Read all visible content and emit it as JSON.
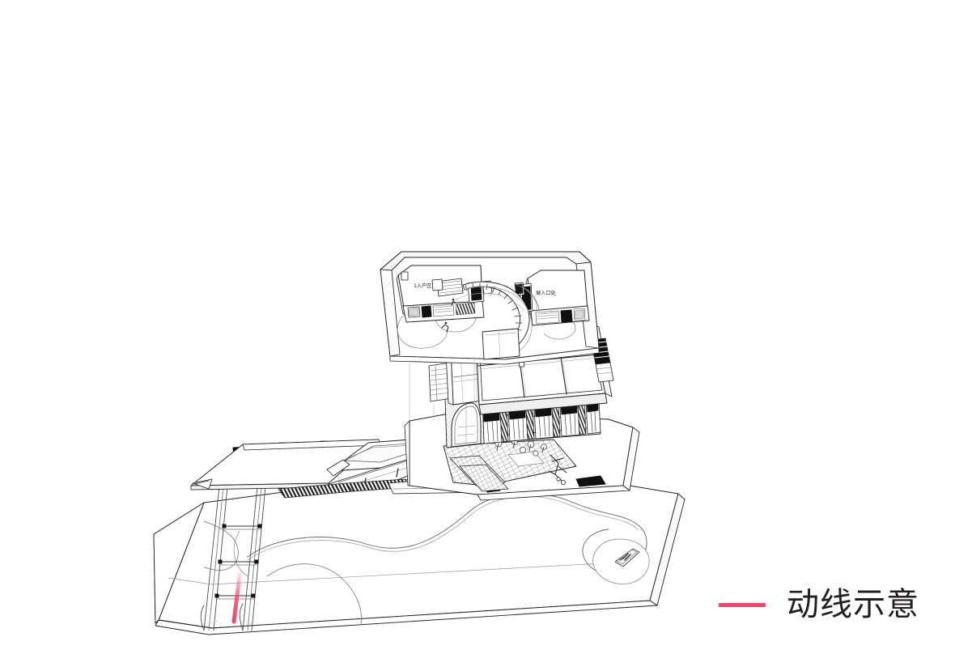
{
  "document": {
    "type": "architectural-axonometric",
    "title": "动线示意",
    "background_color": "#ffffff",
    "line_color": "#231f20",
    "accent_color": "#f2476b"
  },
  "legend": {
    "marker_icon": "circulation-line-icon",
    "marker_color": "#f2476b",
    "label": "动线示意"
  },
  "levels": {
    "upper": {
      "name": "upper-level-courtyard",
      "rooms": [
        {
          "id": "room-left",
          "label": "1入户区"
        },
        {
          "id": "room-right",
          "label": "展入口处"
        }
      ],
      "features": [
        "curved-stair",
        "planting-bed",
        "parapet-slab"
      ]
    },
    "middle": {
      "name": "middle-level-terrace",
      "features": [
        "glazed-canopy-grid",
        "glass-door-colonnade",
        "arched-entry-portal",
        "paved-terrace",
        "side-stair",
        "terrace-furniture"
      ],
      "canopy_grid": {
        "columns": 3,
        "rows": 2
      },
      "door_bays": 6
    },
    "ground": {
      "name": "ground-level-site",
      "features": [
        "site-plinth",
        "entry-ramp",
        "cantilever-canopy",
        "landscape-path",
        "water-pond",
        "boat"
      ]
    }
  },
  "circulation": {
    "name": "circulation-path",
    "color": "#f2476b",
    "description": "entry ramp arrival route",
    "fades": true
  }
}
